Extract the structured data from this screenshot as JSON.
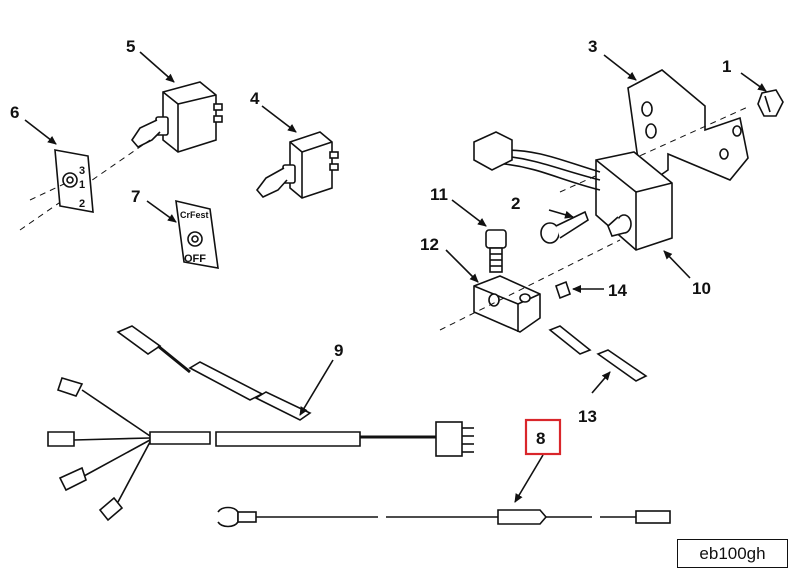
{
  "callouts": {
    "c1": "1",
    "c2": "2",
    "c3": "3",
    "c4": "4",
    "c5": "5",
    "c6": "6",
    "c7": "7",
    "c8": "8",
    "c9": "9",
    "c10": "10",
    "c11": "11",
    "c12": "12",
    "c13": "13",
    "c14": "14"
  },
  "switch_plate_markings": {
    "pos3": "3",
    "pos1": "1",
    "pos2": "2"
  },
  "label_plate": {
    "top": "CrFest",
    "bottom": "OFF"
  },
  "highlight_color": "#d9262b",
  "drawing_id": "eb100gh"
}
